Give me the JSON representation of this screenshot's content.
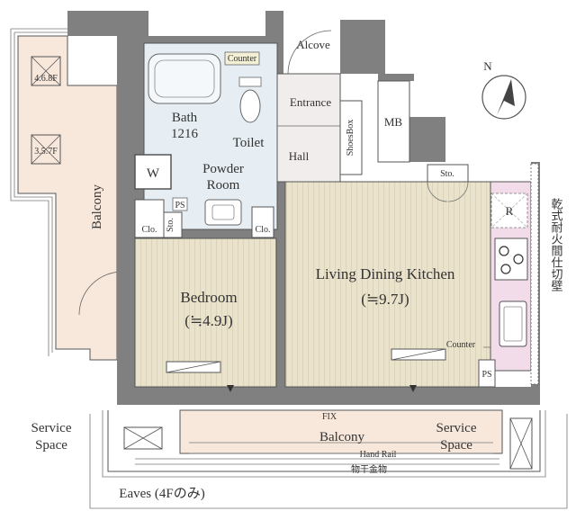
{
  "colors": {
    "wall": "#808080",
    "floor_wood": "#e9e2cc",
    "floor_wet": "#e6eef3",
    "balcony": "#f8e8dc",
    "hall": "#f2eded",
    "kitchen": "#f3dcea",
    "line": "#555555"
  },
  "compass": {
    "label": "N"
  },
  "labels": {
    "alcove": "Alcove",
    "counter_top": "Counter",
    "entrance": "Entrance",
    "mb": "MB",
    "shoesbox": "ShoesBox",
    "hall": "Hall",
    "bath": "Bath",
    "bath_size": "1216",
    "toilet": "Toilet",
    "powder": "Powder",
    "room": "Room",
    "w": "W",
    "ps_left": "PS",
    "clo_left": "Clo.",
    "sto_left": "Sto.",
    "clo_bed": "Clo.",
    "sto_ldk": "Sto.",
    "r": "R",
    "wall_note": "乾式耐火間仕切壁",
    "balcony_side": "Balcony",
    "floor_top": "4.6.8F",
    "floor_bottom": "3.5.7F",
    "bedroom": "Bedroom",
    "bedroom_size": "(≒4.9J)",
    "ldk": "Living Dining Kitchen",
    "ldk_size": "(≒9.7J)",
    "counter_kitchen": "Counter",
    "ps_right": "PS",
    "fix": "FIX",
    "balcony_bottom": "Balcony",
    "service_left_1": "Service",
    "service_left_2": "Space",
    "service_right_1": "Service",
    "service_right_2": "Space",
    "hand_rail": "Hand Rail",
    "drying": "物干金物",
    "eaves": "Eaves (4Fのみ)"
  }
}
